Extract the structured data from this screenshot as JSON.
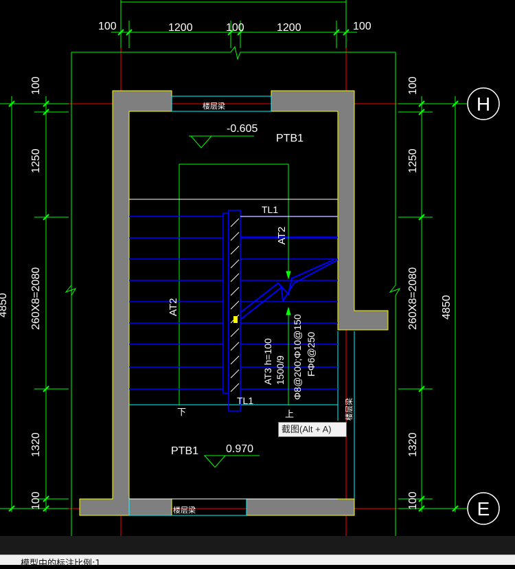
{
  "drawing": {
    "dims_top": [
      "100",
      "1200",
      "100",
      "1200",
      "100"
    ],
    "dims_left_inner": [
      "100",
      "1250",
      "260X8=2080",
      "1320",
      "100"
    ],
    "dims_left_outer": "4850",
    "dims_right_inner": [
      "100",
      "1250",
      "260X8=2080",
      "1320",
      "100"
    ],
    "dims_right_outer": "4850",
    "axis_top": "H",
    "axis_bottom": "E",
    "level_top": "-0.605",
    "level_bottom": "0.970",
    "platform_top": "PTB1",
    "platform_bottom": "PTB1",
    "beam_label": "楼层梁",
    "beam_label_right": "楼层梁",
    "tl_top": "TL1",
    "tl_bottom": "TL1",
    "at2_left": "AT2",
    "at2_right": "AT2",
    "at3_line1": "AT3  h=100",
    "at3_line2": "1500/9",
    "at3_line3": "Φ8@200;Φ10@150",
    "at3_line4": "FΦ6@250",
    "dir_down": "下",
    "dir_up": "上"
  },
  "colors": {
    "dim": "#00ff00",
    "wall": "#808080",
    "wall_edge": "#ffff00",
    "steps": "#0000ff",
    "cyan": "#00ffff",
    "axis": "#ff0000",
    "text": "#ffffff"
  },
  "tooltip": {
    "label": "截图(Alt + A)"
  },
  "status": {
    "text": "模型中的标注比例:1"
  }
}
